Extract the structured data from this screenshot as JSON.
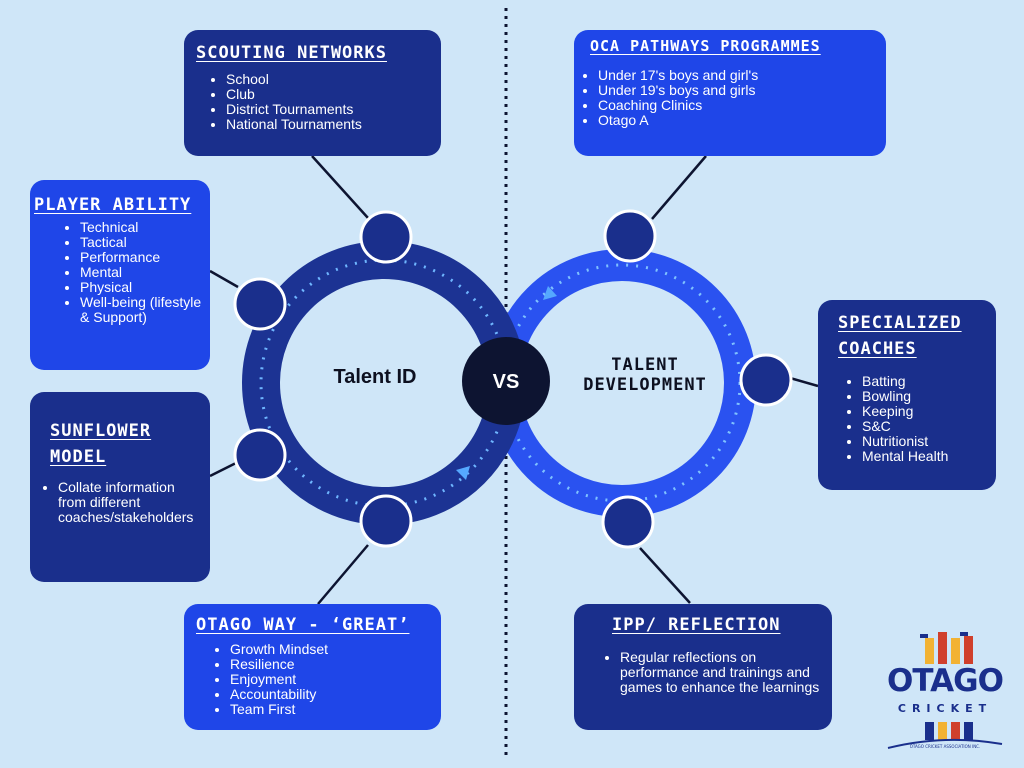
{
  "boxes": {
    "scouting": {
      "title": "SCOUTING NETWORKS",
      "items": [
        "School",
        "Club",
        "District Tournaments",
        "National Tournaments"
      ]
    },
    "player_ability": {
      "title": "PLAYER ABILITY",
      "items": [
        "Technical",
        "Tactical",
        "Performance",
        "Mental",
        "Physical",
        "Well-being (lifestyle & Support)"
      ]
    },
    "sunflower": {
      "title_line1": "SUNFLOWER",
      "title_line2": "MODEL",
      "items": [
        "Collate information from different coaches/stakeholders"
      ]
    },
    "otago_way": {
      "title": "OTAGO WAY - ‘GREAT’",
      "items": [
        "Growth Mindset",
        "Resilience",
        "Enjoyment",
        "Accountability",
        "Team First"
      ]
    },
    "oca_pathways": {
      "title": "OCA PATHWAYS PROGRAMMES",
      "items": [
        "Under 17's boys and girl's",
        "Under 19's boys and girls",
        "Coaching Clinics",
        "Otago A"
      ]
    },
    "specialized": {
      "title_line1": "SPECIALIZED",
      "title_line2": "COACHES",
      "items": [
        "Batting",
        "Bowling",
        "Keeping",
        "S&C",
        "Nutritionist",
        "Mental Health"
      ]
    },
    "ipp": {
      "title": "IPP/ REFLECTION",
      "items": [
        "Regular reflections on performance and trainings and games to enhance the learnings"
      ]
    }
  },
  "center": {
    "left_label": "Talent ID",
    "vs_label": "VS",
    "right_label_line1": "TALENT",
    "right_label_line2": "DEVELOPMENT"
  },
  "logo": {
    "name": "OTAGO",
    "sub": "CRICKET",
    "tagline": "OTAGO CRICKET ASSOCIATION INC."
  },
  "colors": {
    "background": "#cfe6f8",
    "dark_navy": "#1a2f8c",
    "bright_blue": "#1f46e8",
    "vs_circle": "#0d1431"
  }
}
